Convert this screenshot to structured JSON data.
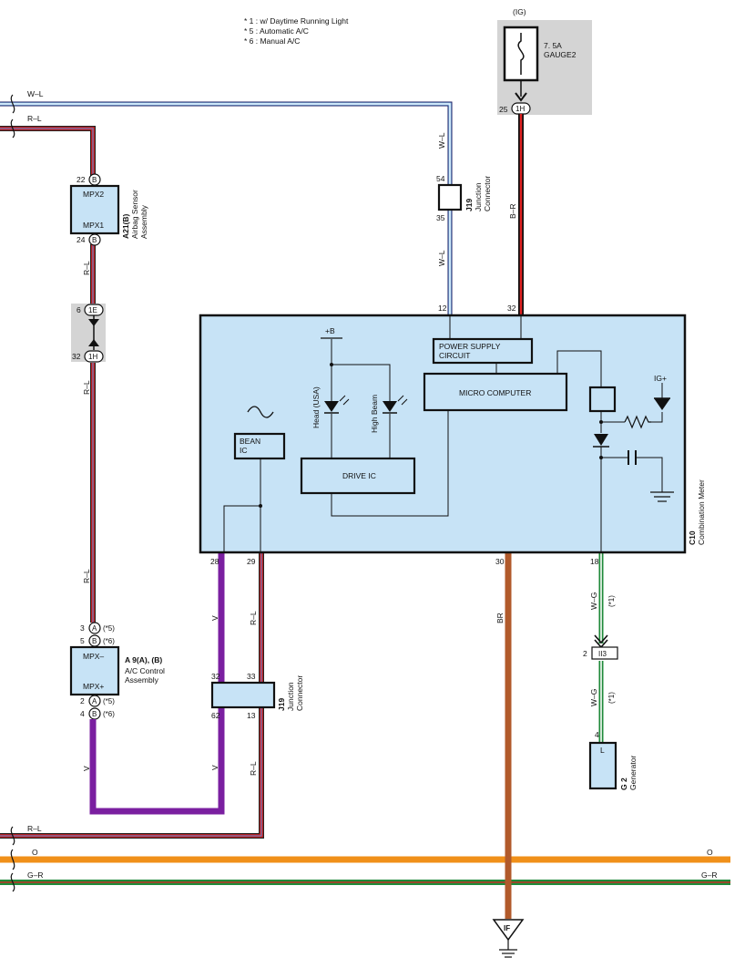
{
  "notes": [
    "* 1 : w/ Daytime Running Light",
    "* 5 : Automatic A/C",
    "* 6 : Manual A/C"
  ],
  "fuse": {
    "source": "(IG)",
    "rating": "7. 5A",
    "name": "GAUGE2",
    "pin": "25",
    "connector": "1H"
  },
  "wires": {
    "w_l": "W–L",
    "r_l": "R–L",
    "b_r": "B–R",
    "v": "V",
    "br": "BR",
    "w_g": "W–G",
    "o": "O",
    "g_r": "G–R",
    "star1": "(*1)"
  },
  "airbag": {
    "code": "A21(B)",
    "name1": "Airbag Sensor",
    "name2": "Assembly",
    "pin_top": "22",
    "pin_bottom": "24",
    "conn_letter": "B",
    "label_top": "MPX2",
    "label_bottom": "MPX1"
  },
  "junction_1e_1h": {
    "pin_top": "6",
    "conn_top": "1E",
    "pin_bottom": "32",
    "conn_bottom": "1H"
  },
  "j19_top": {
    "code": "J19",
    "name1": "Junction",
    "name2": "Connector",
    "pin_top": "54",
    "pin_bottom": "35"
  },
  "meter": {
    "code": "C10",
    "name": "Combination Meter",
    "pin_12": "12",
    "pin_32": "32",
    "pin_28": "28",
    "pin_29": "29",
    "pin_30": "30",
    "pin_18": "18",
    "power_supply_1": "POWER SUPPLY",
    "power_supply_2": "CIRCUIT",
    "micro": "MICRO COMPUTER",
    "drive": "DRIVE IC",
    "bean_1": "BEAN",
    "bean_2": "IC",
    "plus_b": "+B",
    "ig_plus": "IG+",
    "head": "Head (USA)",
    "high_beam": "High Beam"
  },
  "ac": {
    "code": "A 9(A), (B)",
    "name1": "A/C Control",
    "name2": "Assembly",
    "label_top": "MPX–",
    "label_bottom": "MPX+",
    "pins": [
      {
        "num": "3",
        "conn": "A",
        "note": "(*5)"
      },
      {
        "num": "5",
        "conn": "B",
        "note": "(*6)"
      },
      {
        "num": "2",
        "conn": "A",
        "note": "(*5)"
      },
      {
        "num": "4",
        "conn": "B",
        "note": "(*6)"
      }
    ]
  },
  "j19_bottom": {
    "code": "J19",
    "name1": "Junction",
    "name2": "Connector",
    "pin_tl": "32",
    "pin_tr": "33",
    "pin_bl": "62",
    "pin_br": "13"
  },
  "ii3": {
    "pin": "2",
    "conn": "II3"
  },
  "generator": {
    "code": "G 2",
    "name": "Generator",
    "pin": "4",
    "label": "L"
  },
  "ground": {
    "label": "IF"
  }
}
